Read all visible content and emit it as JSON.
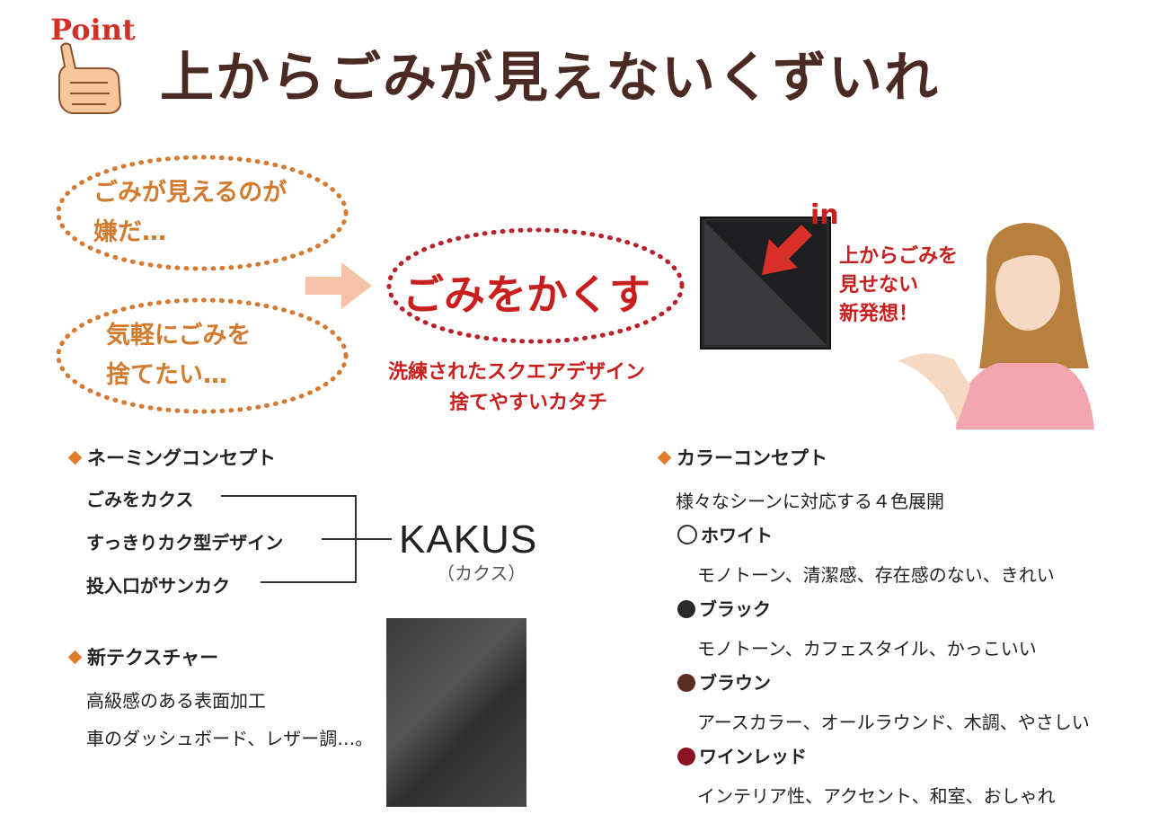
{
  "header": {
    "point_label": "Point",
    "title": "上からごみが見えないくずいれ"
  },
  "bubbles": {
    "top_line1": "ごみが見えるのが",
    "top_line2": "嫌だ…",
    "bottom_line1": "気軽にごみを",
    "bottom_line2": "捨てたい…"
  },
  "center": {
    "main": "ごみをかくす",
    "sub_line1": "洗練されたスクエアデザイン",
    "sub_line2": "捨てやすいカタチ"
  },
  "product": {
    "in_label": "in"
  },
  "woman": {
    "line1": "上からごみを",
    "line2": "見せない",
    "line3": "新発想！"
  },
  "naming": {
    "heading": "ネーミングコンセプト",
    "items": [
      "ごみをカクス",
      "すっきりカク型デザイン",
      "投入口がサンカク"
    ],
    "brand": "KAKUS",
    "brand_reading": "（カクス）"
  },
  "texture": {
    "heading": "新テクスチャー",
    "line1": "高級感のある表面加工",
    "line2": "車のダッシュボード、レザー調…。"
  },
  "color": {
    "heading": "カラーコンセプト",
    "intro": "様々なシーンに対応する４色展開",
    "items": [
      {
        "name": "ホワイト",
        "desc": "モノトーン、清潔感、存在感のない、きれい",
        "color": "#ffffff"
      },
      {
        "name": "ブラック",
        "desc": "モノトーン、カフェスタイル、かっこいい",
        "color": "#2a2a2a"
      },
      {
        "name": "ブラウン",
        "desc": "アースカラー、オールラウンド、木調、やさしい",
        "color": "#5a2e22"
      },
      {
        "name": "ワインレッド",
        "desc": "インテリア性、アクセント、和室、おしゃれ",
        "color": "#8a1422"
      }
    ]
  }
}
